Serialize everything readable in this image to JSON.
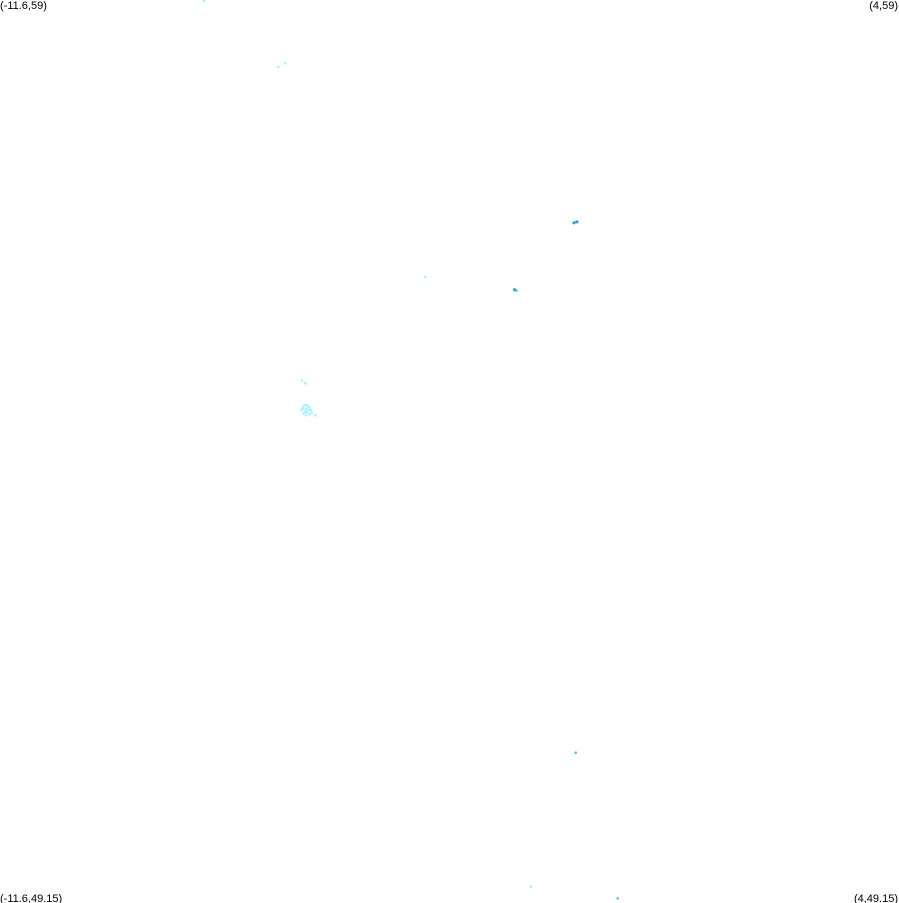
{
  "bounds": {
    "top_left_label": "(-11.6,59)",
    "top_right_label": "(4,59)",
    "bottom_left_label": "(-11.6,49.15)",
    "bottom_right_label": "(4,49.15)",
    "lon_range": [
      -11.6,
      4
    ],
    "lat_range": [
      49.15,
      59
    ]
  },
  "colors": {
    "light": "#7fefff",
    "medium": "#3cc8e6",
    "dark": "#1a9fd0"
  },
  "points": [
    {
      "lon": -8.06,
      "lat": 58.99,
      "tone": "light"
    },
    {
      "lon": -6.77,
      "lat": 58.27,
      "tone": "light"
    },
    {
      "lon": -6.65,
      "lat": 58.31,
      "tone": "light"
    },
    {
      "lon": -1.64,
      "lat": 56.57,
      "tone": "dark"
    },
    {
      "lon": -1.59,
      "lat": 56.58,
      "tone": "dark"
    },
    {
      "lon": -4.22,
      "lat": 55.98,
      "tone": "light"
    },
    {
      "lon": -2.67,
      "lat": 55.84,
      "tone": "dark"
    },
    {
      "lon": -2.64,
      "lat": 55.83,
      "tone": "medium"
    },
    {
      "lon": -6.36,
      "lat": 54.85,
      "tone": "light"
    },
    {
      "lon": -6.3,
      "lat": 54.82,
      "tone": "light"
    },
    {
      "lon": -6.32,
      "lat": 54.58,
      "tone": "light"
    },
    {
      "lon": -6.28,
      "lat": 54.58,
      "tone": "light"
    },
    {
      "lon": -6.24,
      "lat": 54.56,
      "tone": "light"
    },
    {
      "lon": -6.34,
      "lat": 54.55,
      "tone": "light"
    },
    {
      "lon": -6.29,
      "lat": 54.54,
      "tone": "light"
    },
    {
      "lon": -6.25,
      "lat": 54.53,
      "tone": "light"
    },
    {
      "lon": -6.21,
      "lat": 54.53,
      "tone": "light"
    },
    {
      "lon": -6.31,
      "lat": 54.51,
      "tone": "light"
    },
    {
      "lon": -6.27,
      "lat": 54.5,
      "tone": "light"
    },
    {
      "lon": -6.33,
      "lat": 54.49,
      "tone": "light"
    },
    {
      "lon": -6.23,
      "lat": 54.48,
      "tone": "light"
    },
    {
      "lon": -6.19,
      "lat": 54.5,
      "tone": "light"
    },
    {
      "lon": -6.29,
      "lat": 54.47,
      "tone": "light"
    },
    {
      "lon": -6.13,
      "lat": 54.47,
      "tone": "light"
    },
    {
      "lon": -6.37,
      "lat": 54.53,
      "tone": "light"
    },
    {
      "lon": -1.61,
      "lat": 50.79,
      "tone": "medium"
    },
    {
      "lon": -2.39,
      "lat": 49.33,
      "tone": "light"
    },
    {
      "lon": -0.88,
      "lat": 49.2,
      "tone": "medium"
    }
  ]
}
